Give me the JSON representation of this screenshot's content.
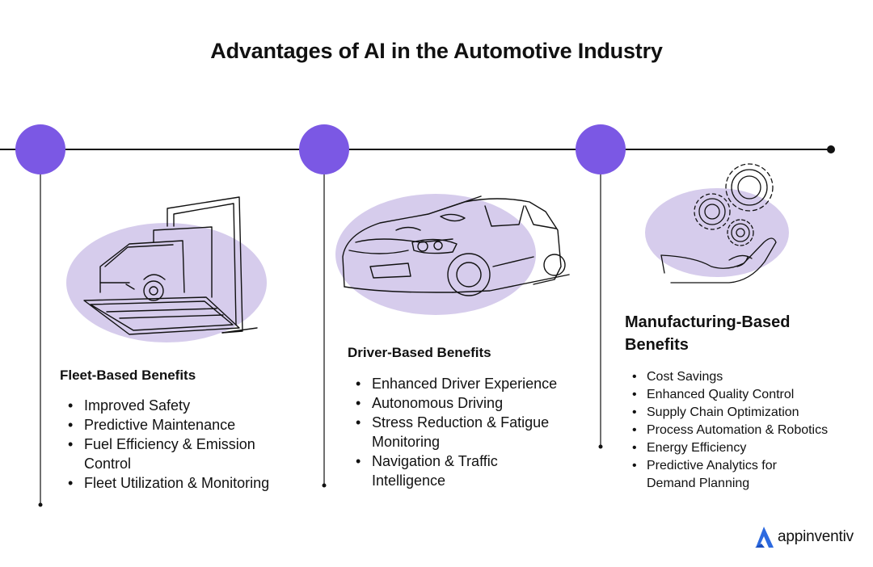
{
  "title": "Advantages of AI in the Automotive Industry",
  "colors": {
    "accent": "#7b58e4",
    "blob": "#d6ccec",
    "line": "#111111",
    "brand": "#2d6ae0"
  },
  "sections": [
    {
      "heading": "Fleet-Based Benefits",
      "icon": "truck-on-laptop-icon",
      "items": [
        "Improved Safety",
        "Predictive Maintenance",
        "Fuel Efficiency & Emission Control",
        "Fleet Utilization & Monitoring"
      ]
    },
    {
      "heading": "Driver-Based Benefits",
      "icon": "car-icon",
      "items": [
        "Enhanced Driver Experience",
        "Autonomous Driving",
        "Stress Reduction & Fatigue Monitoring",
        "Navigation & Traffic Intelligence"
      ]
    },
    {
      "heading": "Manufacturing-Based Benefits",
      "icon": "hand-with-gears-icon",
      "items": [
        "Cost Savings",
        "Enhanced Quality Control",
        "Supply Chain Optimization",
        "Process Automation & Robotics",
        "Energy Efficiency",
        "Predictive Analytics for Demand Planning"
      ]
    }
  ],
  "brand": {
    "name": "appinventiv",
    "icon": "appinventiv-logo-icon"
  }
}
